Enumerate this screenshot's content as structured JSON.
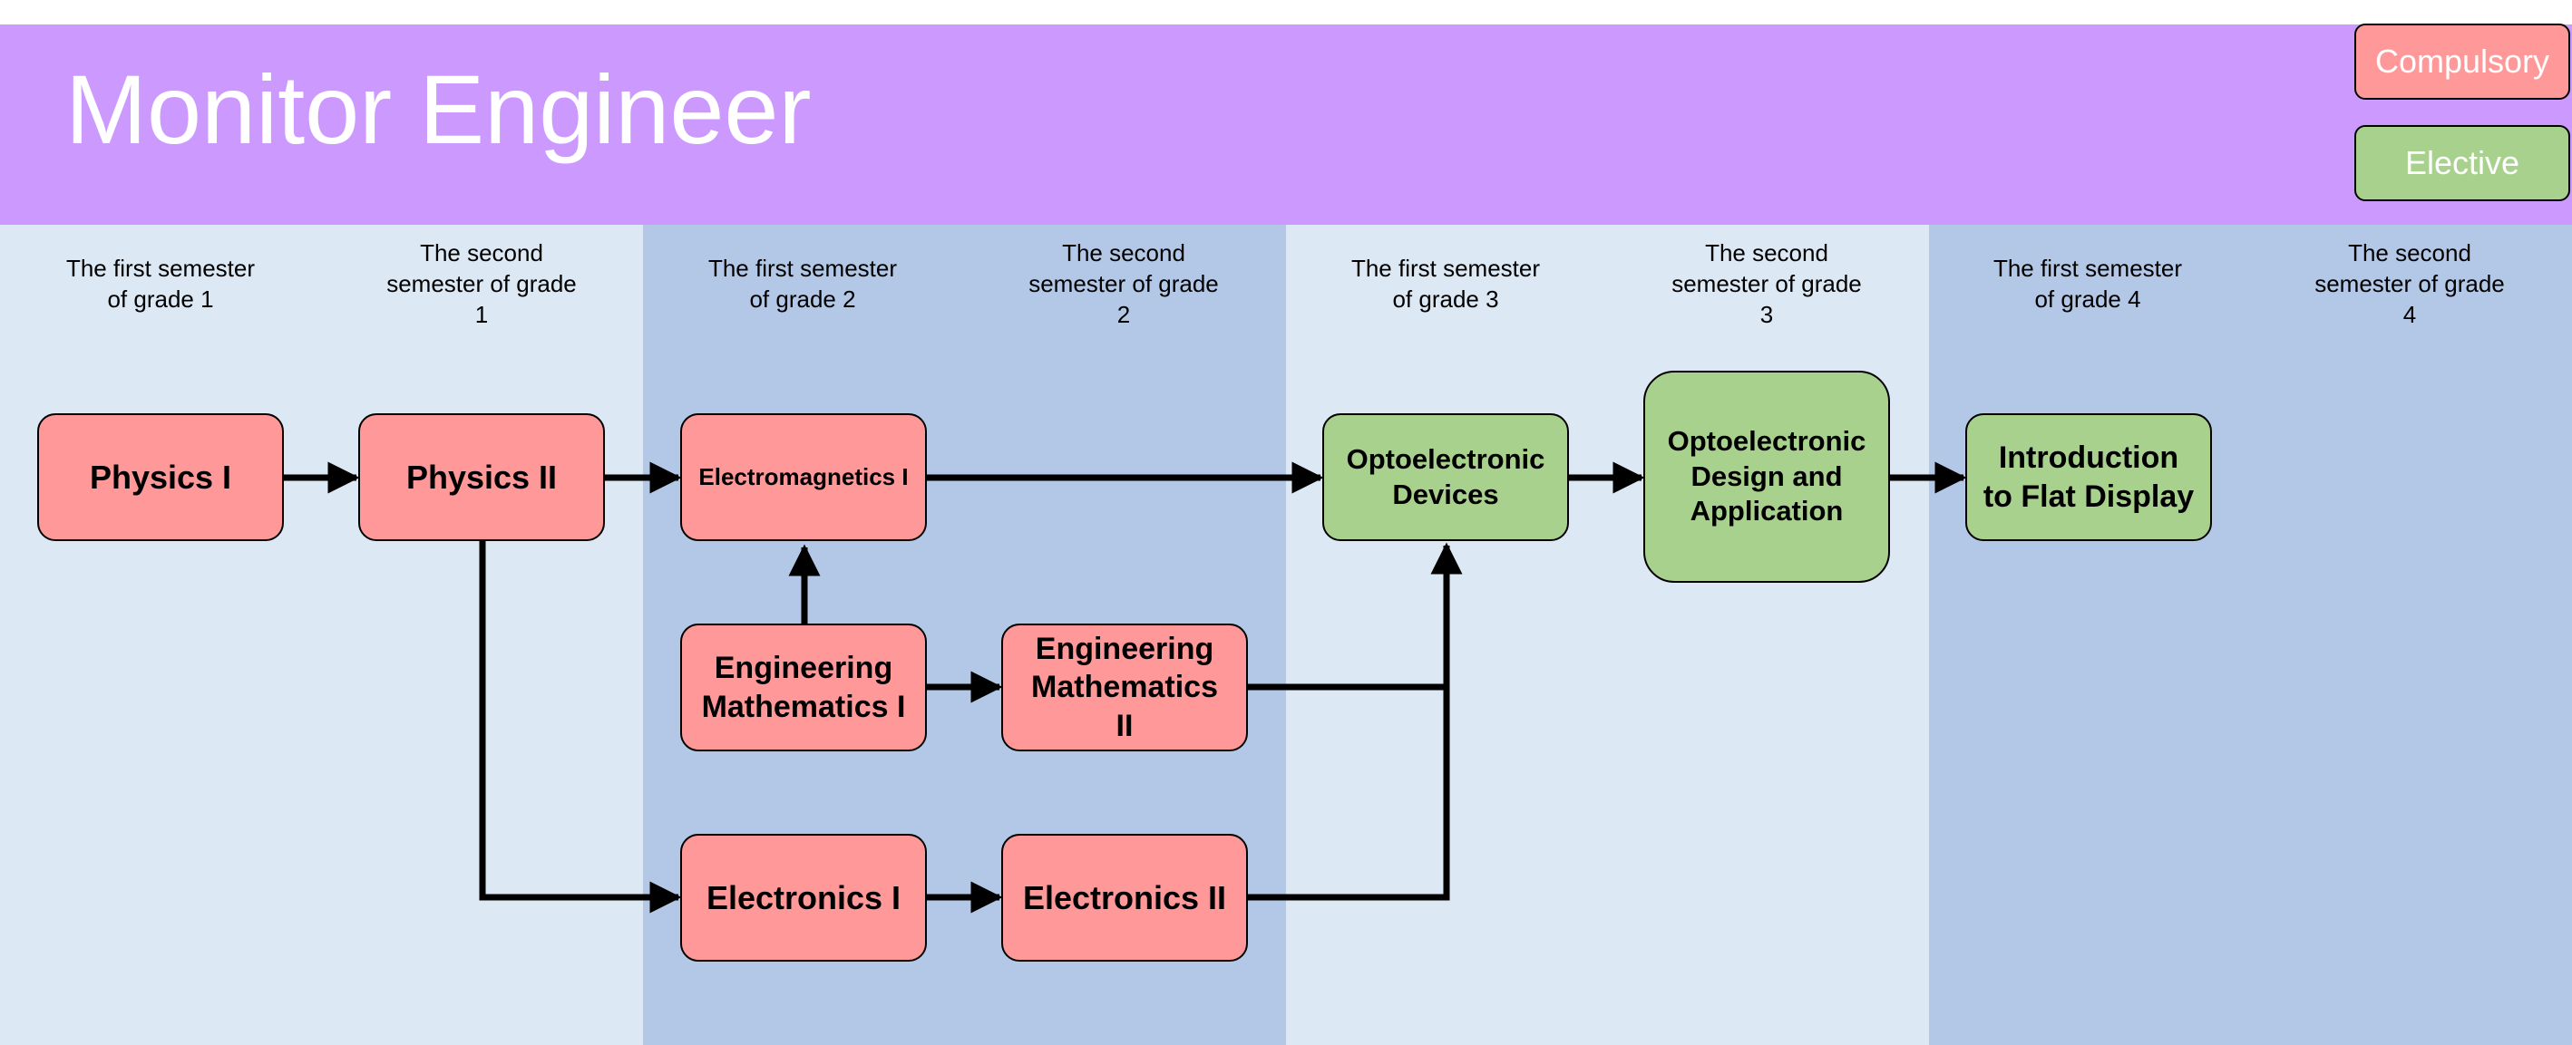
{
  "title": "Monitor Engineer",
  "legend": {
    "compulsory": "Compulsory",
    "elective": "Elective"
  },
  "semesters": [
    "The first semester\nof grade 1",
    "The second\nsemester of grade\n1",
    "The first semester\nof grade 2",
    "The second\nsemester of grade\n2",
    "The first semester\nof grade 3",
    "The second\nsemester of grade\n3",
    "The first semester\nof grade 4",
    "The second\nsemester of grade\n4"
  ],
  "courses": {
    "physics_1": "Physics I",
    "physics_2": "Physics II",
    "electromagnetics_1": "Electromagnetics I",
    "eng_math_1": "Engineering\nMathematics I",
    "eng_math_2": "Engineering\nMathematics\nII",
    "electronics_1": "Electronics I",
    "electronics_2": "Electronics II",
    "opto_devices": "Optoelectronic\nDevices",
    "opto_design": "Optoelectronic\nDesign and\nApplication",
    "flat_display": "Introduction\nto Flat Display"
  },
  "colors": {
    "header": "#cc99ff",
    "compulsory": "#ff9999",
    "elective": "#a9d18e",
    "column_light": "#dde8f5",
    "column_dark": "#b3c7e6"
  }
}
